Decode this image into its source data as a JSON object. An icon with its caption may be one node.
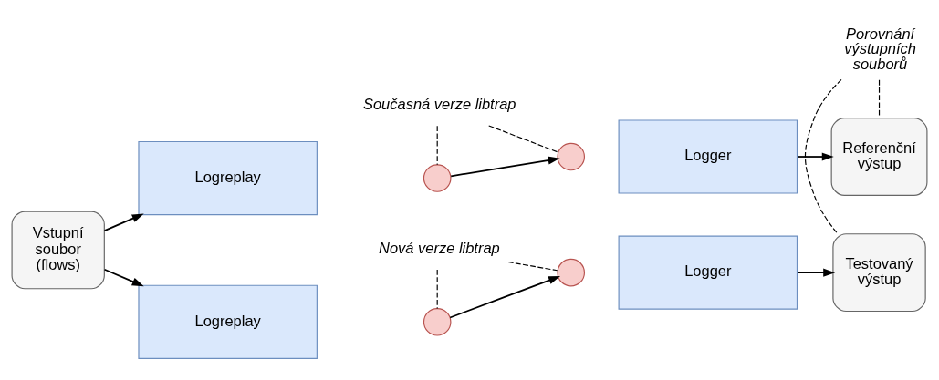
{
  "diagram": {
    "nodes": [
      {
        "text": [
          "Vstupní soubor (flows)"
        ]
      },
      {
        "text": [
          "Logreplay"
        ]
      },
      {
        "text": [],
        "shape": "circle"
      },
      {
        "text": [],
        "shape": "circle"
      },
      {
        "text": [
          "Logger"
        ]
      },
      {
        "text": [
          "Referenční výstup"
        ]
      },
      {
        "text": [
          "Logreplay"
        ]
      },
      {
        "text": [],
        "shape": "circle"
      },
      {
        "text": [],
        "shape": "circle"
      },
      {
        "text": [
          "Logger"
        ]
      },
      {
        "text": [
          "Testovaný výstup"
        ]
      },
      {
        "text": [
          "Současná verze libtrap"
        ]
      },
      {
        "text": [
          "Nová verze libtrap"
        ]
      },
      {
        "text": [
          "Porovnání výstupních souborů"
        ]
      }
    ],
    "edges": [
      {
        "from": 0,
        "to": 1,
        "arrow": "to"
      },
      {
        "from": 0,
        "to": 6,
        "arrow": "to"
      },
      {
        "from": 2,
        "to": 3,
        "arrow": "to"
      },
      {
        "from": 4,
        "to": 5,
        "arrow": "to"
      },
      {
        "from": 7,
        "to": 8,
        "arrow": "to"
      },
      {
        "from": 9,
        "to": 10,
        "arrow": "to"
      },
      {
        "from": 11,
        "to": 2,
        "arrow": "none",
        "style": "dashed"
      },
      {
        "from": 11,
        "to": 3,
        "arrow": "none",
        "style": "dashed"
      },
      {
        "from": 12,
        "to": 7,
        "arrow": "none",
        "style": "dashed"
      },
      {
        "from": 12,
        "to": 8,
        "arrow": "none",
        "style": "dashed"
      },
      {
        "from": 13,
        "to": 5,
        "arrow": "none",
        "style": "dashed"
      },
      {
        "from": 13,
        "to": 10,
        "arrow": "none",
        "style": "dashed"
      }
    ]
  }
}
